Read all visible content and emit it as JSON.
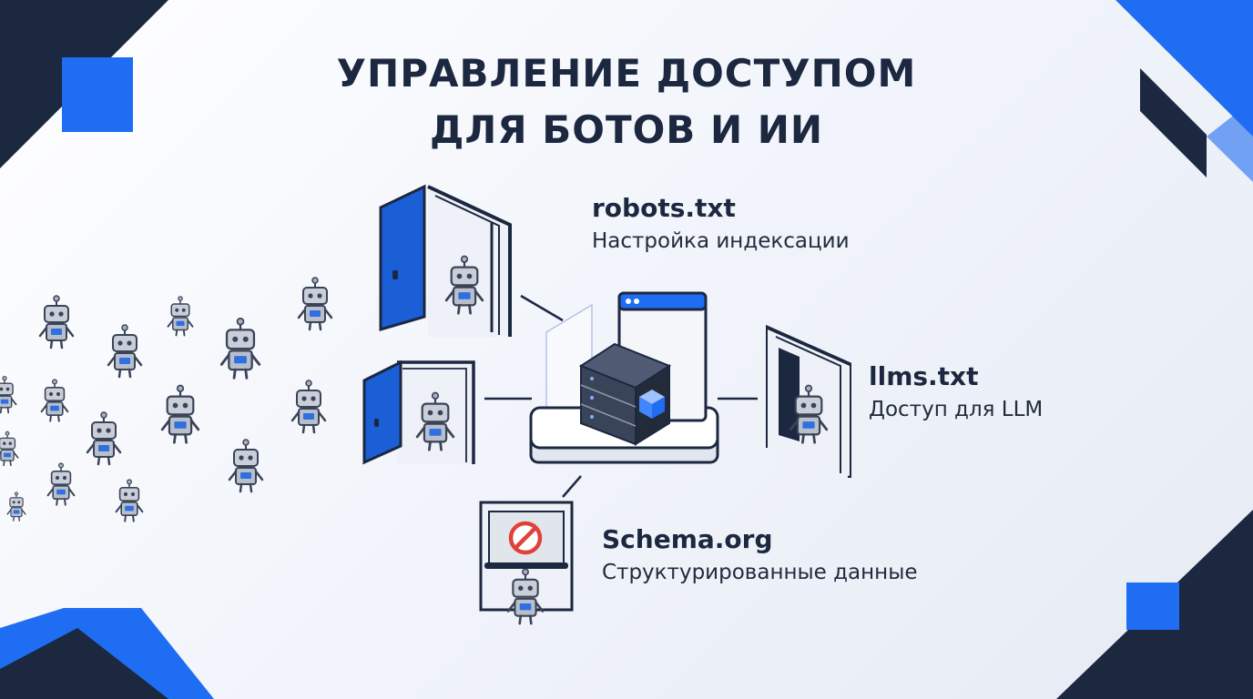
{
  "title": {
    "line1": "УПРАВЛЕНИЕ ДОСТУПОМ",
    "line2": "ДЛЯ БОТОВ И ИИ"
  },
  "nodes": [
    {
      "id": "robots",
      "head": "robots.txt",
      "desc": "Настройка индексации"
    },
    {
      "id": "llms",
      "head": "llms.txt",
      "desc": "Доступ для LLM"
    },
    {
      "id": "schema",
      "head": "Schema.org",
      "desc": "Структурированные данные"
    }
  ],
  "icons": {
    "center": "server-icon",
    "browser": "browser-window-icon",
    "door": "door-icon",
    "robot": "robot-icon",
    "blocked": "no-entry-icon"
  },
  "colors": {
    "navy": "#1c2740",
    "blue": "#1f6df2",
    "door_blue": "#1a5fd6",
    "stop_red": "#e0413b",
    "background": "#f2f5fb"
  }
}
